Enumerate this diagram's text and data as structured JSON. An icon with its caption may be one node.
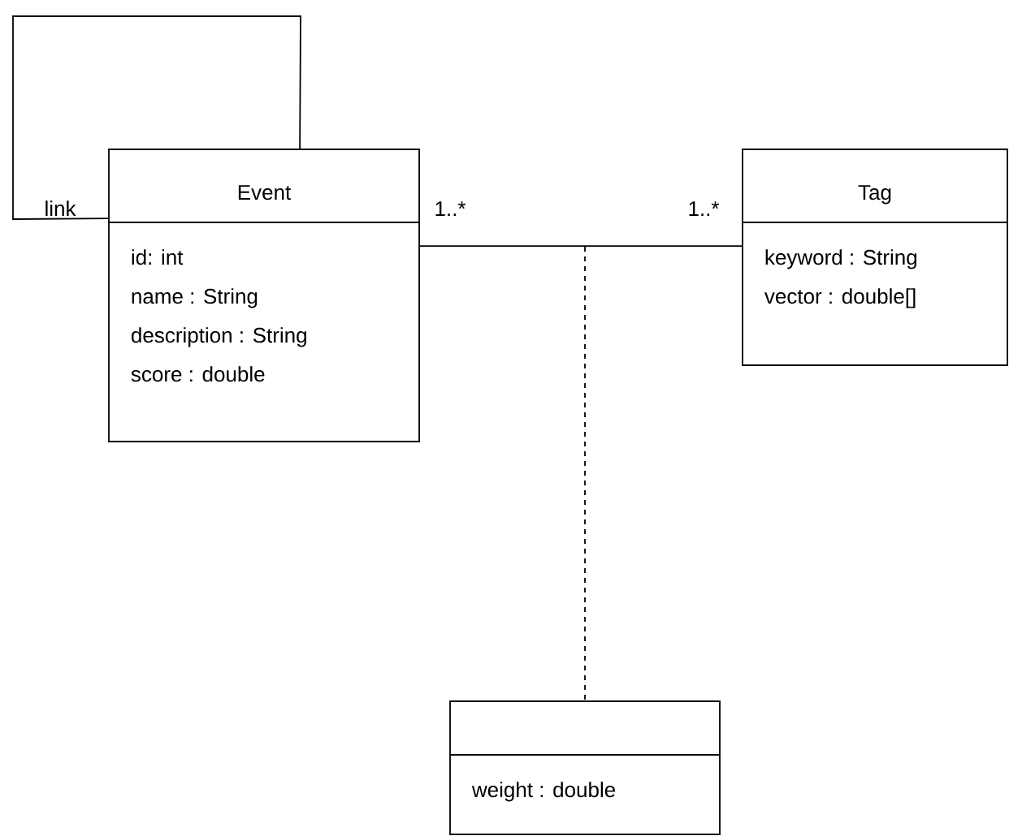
{
  "diagram": {
    "nodes": [
      {
        "text": [
          "Event",
          "id: int",
          "name : String",
          "description : String",
          "score : double"
        ]
      },
      {
        "text": [
          "Tag",
          "keyword : String",
          "vector : double[]"
        ]
      },
      {
        "text": [
          "weight : double"
        ]
      }
    ],
    "edges": [
      {
        "from": 0,
        "to": 0,
        "arrow": "none",
        "label": "link"
      },
      {
        "from": 0,
        "to": 1,
        "arrow": "none"
      },
      {
        "from": null,
        "to": 2,
        "arrow": "none",
        "style": "dashed"
      }
    ],
    "labels": [
      "1..*",
      "1..*"
    ]
  }
}
